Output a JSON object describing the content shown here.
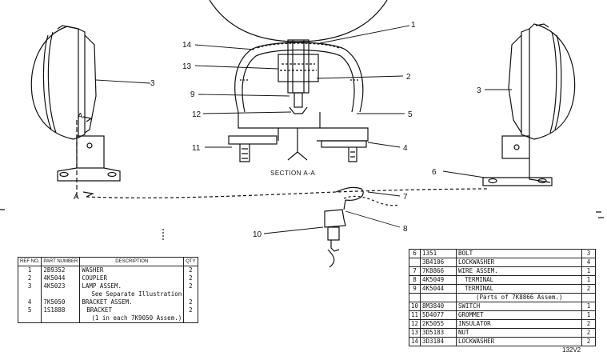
{
  "callouts": {
    "c1": "1",
    "c2": "2",
    "c3_left": "3",
    "c3_right": "3",
    "c4": "4",
    "c5": "5",
    "c6": "6",
    "c7": "7",
    "c8": "8",
    "c9": "9",
    "c10": "10",
    "c11": "11",
    "c12": "12",
    "c13": "13",
    "c14": "14"
  },
  "section_label": "SECTION A-A",
  "section_marks": {
    "a_upper": "A",
    "a_lower": "A"
  },
  "table_left": {
    "headers": {
      "ref": "REF NO.",
      "part": "PART NUMBER",
      "desc": "DESCRIPTION",
      "qty": "QTY"
    },
    "rows": [
      {
        "ref": "1",
        "part": "2B9352",
        "desc": "WASHER",
        "qty": "2"
      },
      {
        "ref": "2",
        "part": "4K5044",
        "desc": "COUPLER",
        "qty": "2"
      },
      {
        "ref": "3",
        "part": "4K5023",
        "desc": "LAMP ASSEM.",
        "qty": "2"
      },
      {
        "ref": "",
        "part": "",
        "desc": "See Separate Illustration",
        "qty": ""
      },
      {
        "ref": "4",
        "part": "7K5050",
        "desc": "BRACKET ASSEM.",
        "qty": "2"
      },
      {
        "ref": "5",
        "part": "1S1888",
        "desc": "BRACKET",
        "qty": "2"
      },
      {
        "ref": "",
        "part": "",
        "desc": "(1 in each 7K9050 Assem.)",
        "qty": ""
      }
    ]
  },
  "table_right": {
    "rows": [
      {
        "ref": "6",
        "part": "1351",
        "desc": "BOLT",
        "qty": "3"
      },
      {
        "ref": "",
        "part": "3B4106",
        "desc": "LOCKWASHER",
        "qty": "4"
      },
      {
        "ref": "7",
        "part": "7K8866",
        "desc": "WIRE ASSEM.",
        "qty": "1"
      },
      {
        "ref": "8",
        "part": "4K5049",
        "desc": "TERMINAL",
        "qty": "1"
      },
      {
        "ref": "9",
        "part": "4K5044",
        "desc": "TERMINAL",
        "qty": "2"
      },
      {
        "ref": "",
        "part": "",
        "desc": "(Parts of 7K8866 Assem.)",
        "qty": ""
      },
      {
        "ref": "10",
        "part": "8M3840",
        "desc": "SWITCH",
        "qty": "1"
      },
      {
        "ref": "11",
        "part": "5D4077",
        "desc": "GROMMET",
        "qty": "1"
      },
      {
        "ref": "12",
        "part": "2K5055",
        "desc": "INSULATOR",
        "qty": "2"
      },
      {
        "ref": "13",
        "part": "3D5183",
        "desc": "NUT",
        "qty": "2"
      },
      {
        "ref": "14",
        "part": "3D3184",
        "desc": "LOCKWASHER",
        "qty": "2"
      }
    ]
  },
  "figure_code": "132V2"
}
